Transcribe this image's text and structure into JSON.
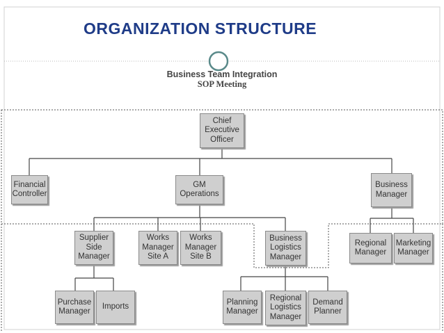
{
  "slide": {
    "title": "ORGANIZATION STRUCTURE"
  },
  "header": {
    "line1": "Business Team Integration",
    "line2": "SOP Meeting"
  },
  "colors": {
    "title": "#1f3c88",
    "box_fill": "#cfcfcf",
    "box_border": "#8a8a8a",
    "lines": "#444444",
    "circle": "#5a8a8a"
  },
  "org": {
    "ceo": "Chief\nExecutive\nOfficer",
    "financial_controller": "Financial\nController",
    "gm_operations": "GM\nOperations",
    "business_manager": "Business\nManager",
    "supplier_side_manager": "Supplier\nSide\nManager",
    "works_manager_a": "Works\nManager\nSite A",
    "works_manager_b": "Works\nManager\nSite B",
    "business_logistics_manager": "Business\nLogistics\nManager",
    "regional_manager": "Regional\nManager",
    "marketing_manager": "Marketing\nManager",
    "purchase_manager": "Purchase\nManager",
    "imports": "Imports",
    "planning_manager": "Planning\nManager",
    "regional_logistics_manager": "Regional\nLogistics\nManager",
    "demand_planner": "Demand\nPlanner"
  }
}
